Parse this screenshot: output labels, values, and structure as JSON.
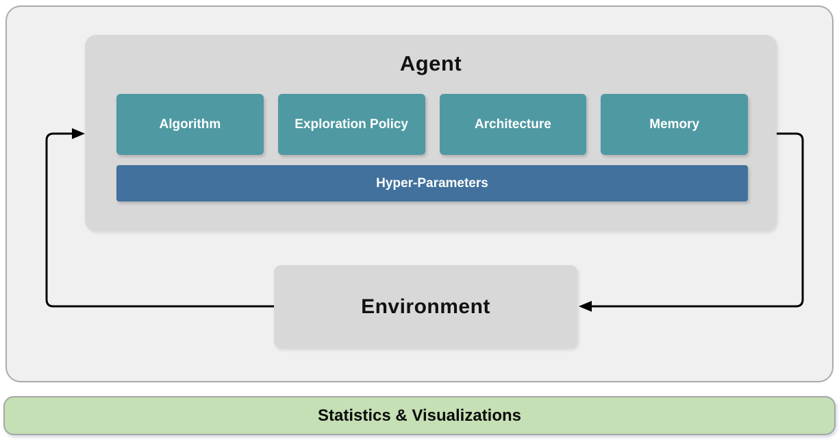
{
  "diagram": {
    "agent": {
      "title": "Agent",
      "modules": [
        "Algorithm",
        "Exploration Policy",
        "Architecture",
        "Memory"
      ],
      "hyperparameters_label": "Hyper-Parameters"
    },
    "environment": {
      "title": "Environment"
    },
    "footer": {
      "label": "Statistics & Visualizations"
    },
    "colors": {
      "module_teal": "#4E99A2",
      "hyperparams_blue": "#41719C",
      "panel_gray": "#F0F0F1",
      "panel_border": "#AAAAAE",
      "box_gray": "#D8D8D8",
      "footer_green": "#C5E0B4",
      "footer_border": "#A6A6A6",
      "arrow_black": "#000000"
    }
  }
}
